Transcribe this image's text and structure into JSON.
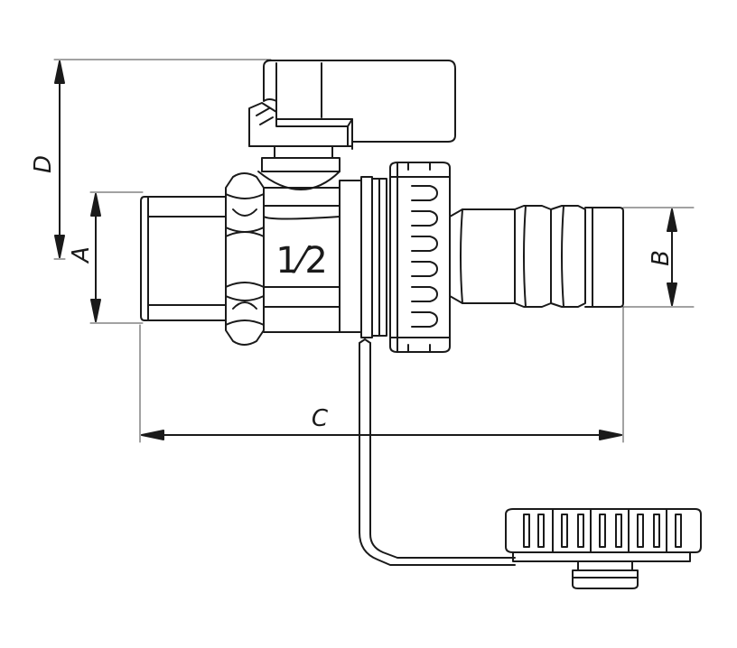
{
  "dimensions": {
    "a": "A",
    "b": "B",
    "c": "C",
    "d": "D"
  },
  "body_marking": "1⁄2"
}
